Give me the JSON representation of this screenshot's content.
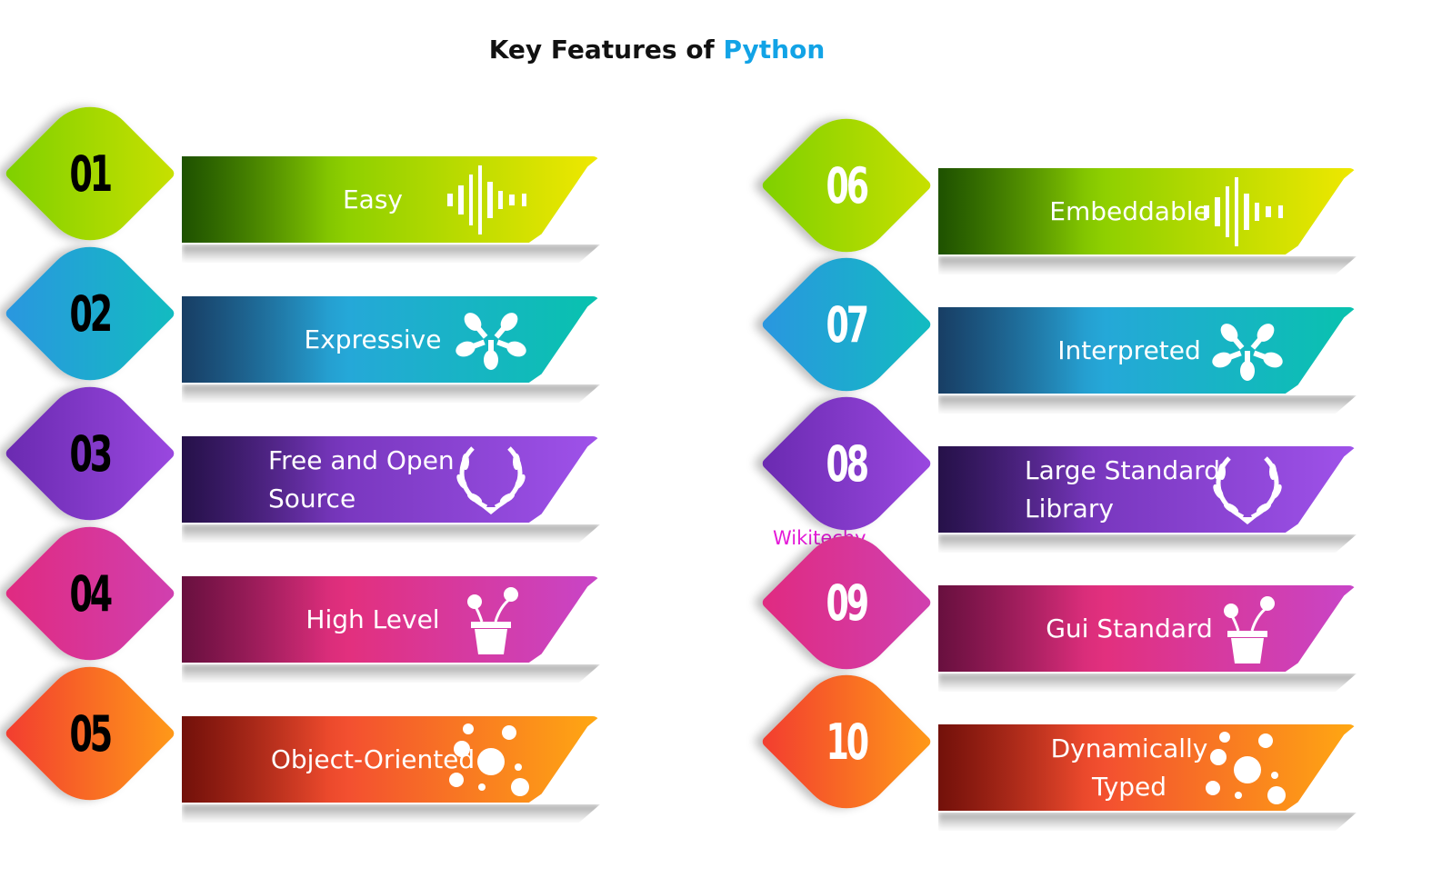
{
  "title": {
    "prefix": "Key Features of",
    "highlight": "Python"
  },
  "watermark": "Wikitechy",
  "features": [
    {
      "number": "01",
      "label": "Easy",
      "icon": "sound-wave-icon",
      "colors": [
        "#2f7d00",
        "#8fd000",
        "#f0e800"
      ],
      "number_color": "#000000"
    },
    {
      "number": "02",
      "label": "Expressive",
      "icon": "hands-icon",
      "colors": [
        "#245f9a",
        "#25a8d8",
        "#08c2ae"
      ],
      "number_color": "#000000"
    },
    {
      "number": "03",
      "label": "Free and Open Source",
      "icon": "laurel-icon",
      "colors": [
        "#3a1a70",
        "#7a38c0",
        "#9f52ea"
      ],
      "number_color": "#000000"
    },
    {
      "number": "04",
      "label": "High Level",
      "icon": "flower-pot-icon",
      "colors": [
        "#a01860",
        "#e2307e",
        "#c845c8"
      ],
      "number_color": "#000000"
    },
    {
      "number": "05",
      "label": "Object-Oriented",
      "icon": "bubbles-icon",
      "colors": [
        "#b01a10",
        "#f35030",
        "#ffa812"
      ],
      "number_color": "#000000"
    },
    {
      "number": "06",
      "label": "Embeddable",
      "icon": "sound-wave-icon",
      "colors": [
        "#2f7d00",
        "#8fd000",
        "#f0e800"
      ],
      "number_color": "#ffffff"
    },
    {
      "number": "07",
      "label": "Interpreted",
      "icon": "hands-icon",
      "colors": [
        "#245f9a",
        "#25a8d8",
        "#08c2ae"
      ],
      "number_color": "#ffffff"
    },
    {
      "number": "08",
      "label": "Large Standard Library",
      "icon": "laurel-icon",
      "colors": [
        "#3a1a70",
        "#7a38c0",
        "#9f52ea"
      ],
      "number_color": "#ffffff"
    },
    {
      "number": "09",
      "label": "Gui Standard",
      "icon": "flower-pot-icon",
      "colors": [
        "#a01860",
        "#e2307e",
        "#c845c8"
      ],
      "number_color": "#ffffff"
    },
    {
      "number": "10",
      "label": "Dynamically Typed",
      "icon": "bubbles-icon",
      "colors": [
        "#b01a10",
        "#f35030",
        "#ffa812"
      ],
      "number_color": "#ffffff"
    }
  ],
  "diamond_colors": [
    [
      "#7ed000",
      "#c8e000"
    ],
    [
      "#2a96e0",
      "#12bcc0"
    ],
    [
      "#6a2ab0",
      "#9a48e0"
    ],
    [
      "#e02a80",
      "#d040b0"
    ],
    [
      "#f23c30",
      "#ff9a18"
    ]
  ]
}
